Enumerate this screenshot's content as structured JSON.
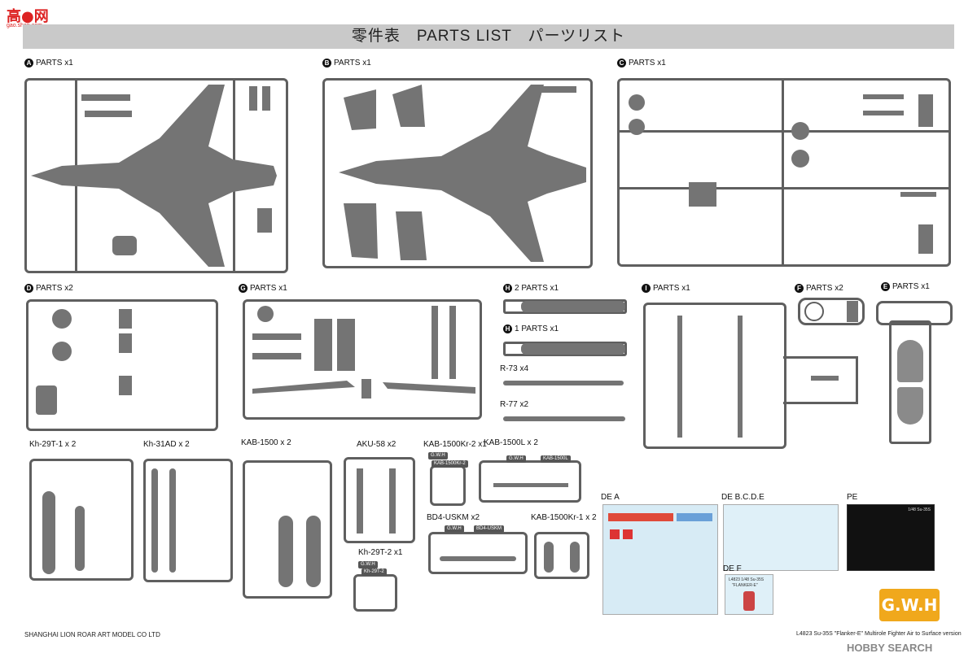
{
  "watermark": {
    "hi": "高●网",
    "lo": "gao.shan.com"
  },
  "title": "零件表　PARTS LIST　パーツリスト",
  "sprues": {
    "A": {
      "letter": "A",
      "label": "PARTS x1"
    },
    "B": {
      "letter": "B",
      "label": "PARTS x1"
    },
    "C": {
      "letter": "C",
      "label": "PARTS x1"
    },
    "D": {
      "letter": "D",
      "label": "PARTS x2"
    },
    "G": {
      "letter": "G",
      "label": "PARTS x1"
    },
    "H2": {
      "letter": "H",
      "suffix": "2",
      "label": "PARTS x1"
    },
    "H1": {
      "letter": "H",
      "suffix": "1",
      "label": "PARTS x1"
    },
    "I": {
      "letter": "I",
      "label": "PARTS x1"
    },
    "F": {
      "letter": "F",
      "label": "PARTS x2"
    },
    "E": {
      "letter": "E",
      "label": "PARTS x1"
    }
  },
  "missiles": {
    "r73": "R-73 x4",
    "r77": "R-77 x2"
  },
  "weapons": {
    "kh29t1": "Kh-29T-1  x 2",
    "kh31ad": "Kh-31AD  x 2",
    "kab1500": "KAB-1500  x 2",
    "aku58": "AKU-58 x2",
    "kab1500kr2": "KAB-1500Kr-2 x1",
    "kab1500l": "KAB-1500L  x 2",
    "bd4uskm": "BD4-USKM x2",
    "kab1500kr1": "KAB-1500Kr-1  x 2",
    "kh29t2": "Kh-29T-2 x1"
  },
  "tags": {
    "kab1500kr2": "KAB-1500Kr-2",
    "kab1500l": "KAB-1500L",
    "bd4uskm": "BD4-USKM",
    "kh29t2": "Kh-29T-2"
  },
  "gwh_small": "G.W.H",
  "decals": {
    "dea": "DE  A",
    "debcde": "DE  B.C.D.E",
    "def": "DE  F",
    "pe": "PE"
  },
  "decal_texts": {
    "def_line1": "L4823 1/48 Su-35S",
    "def_line2": "\"FLANKER-E\"",
    "pe_title": "1/48 Su-35S"
  },
  "footer": {
    "left": "SHANGHAI LION ROAR ART MODEL CO LTD",
    "right": "L4823 Su-35S \"Flanker-E\" Multirole Fighter Air to Surface version",
    "brand": "G.W.H",
    "hobby": "HOBBY SEARCH"
  }
}
